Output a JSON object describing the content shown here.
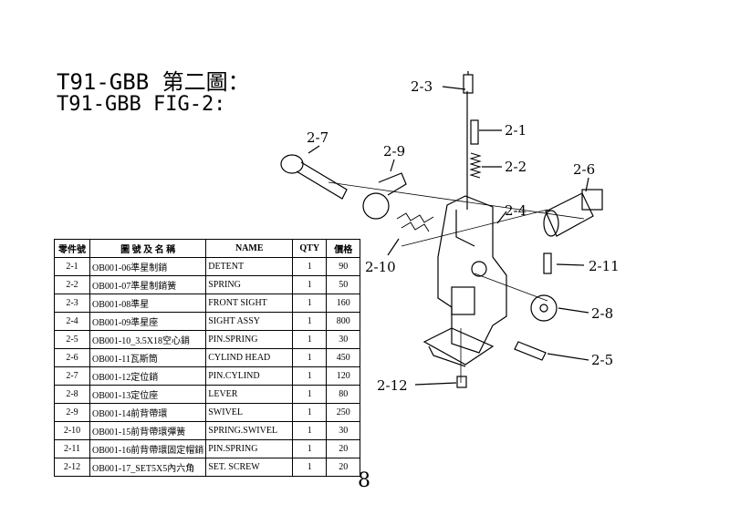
{
  "header": {
    "title_cn": "T91-GBB 第二圖：",
    "title_en": "T91-GBB FIG-2:"
  },
  "table": {
    "columns": [
      "零件號",
      "圖 號 及 名 稱",
      "NAME",
      "QTY",
      "價格"
    ],
    "rows": [
      {
        "no": "2-1",
        "code": "OB001-06準星制銷",
        "name": "DETENT",
        "qty": "1",
        "price": "90"
      },
      {
        "no": "2-2",
        "code": "OB001-07準星制銷簧",
        "name": "SPRING",
        "qty": "1",
        "price": "50"
      },
      {
        "no": "2-3",
        "code": "OB001-08準星",
        "name": "FRONT SIGHT",
        "qty": "1",
        "price": "160"
      },
      {
        "no": "2-4",
        "code": "OB001-09準星座",
        "name": "SIGHT ASSY",
        "qty": "1",
        "price": "800"
      },
      {
        "no": "2-5",
        "code": "OB001-10_3.5X18空心銷",
        "name": "PIN.SPRING",
        "qty": "1",
        "price": "30"
      },
      {
        "no": "2-6",
        "code": "OB001-11瓦斯筒",
        "name": "CYLIND HEAD",
        "qty": "1",
        "price": "450"
      },
      {
        "no": "2-7",
        "code": "OB001-12定位銷",
        "name": "PIN.CYLIND",
        "qty": "1",
        "price": "120"
      },
      {
        "no": "2-8",
        "code": "OB001-13定位座",
        "name": "LEVER",
        "qty": "1",
        "price": "80"
      },
      {
        "no": "2-9",
        "code": "OB001-14前背帶環",
        "name": "SWIVEL",
        "qty": "1",
        "price": "250"
      },
      {
        "no": "2-10",
        "code": "OB001-15前背帶環彈簧",
        "name": "SPRING.SWIVEL",
        "qty": "1",
        "price": "30"
      },
      {
        "no": "2-11",
        "code": "OB001-16前背帶環固定帽銷",
        "name": "PIN.SPRING",
        "qty": "1",
        "price": "20"
      },
      {
        "no": "2-12",
        "code": "OB001-17_SET5X5內六角",
        "name": "SET. SCREW",
        "qty": "1",
        "price": "20"
      }
    ]
  },
  "diagram": {
    "labels": {
      "p2_1": "2-1",
      "p2_2": "2-2",
      "p2_3": "2-3",
      "p2_4": "2-4",
      "p2_5": "2-5",
      "p2_6": "2-6",
      "p2_7": "2-7",
      "p2_8": "2-8",
      "p2_9": "2-9",
      "p2_10": "2-10",
      "p2_11": "2-11",
      "p2_12": "2-12"
    }
  },
  "footer": {
    "page_number": "8"
  }
}
